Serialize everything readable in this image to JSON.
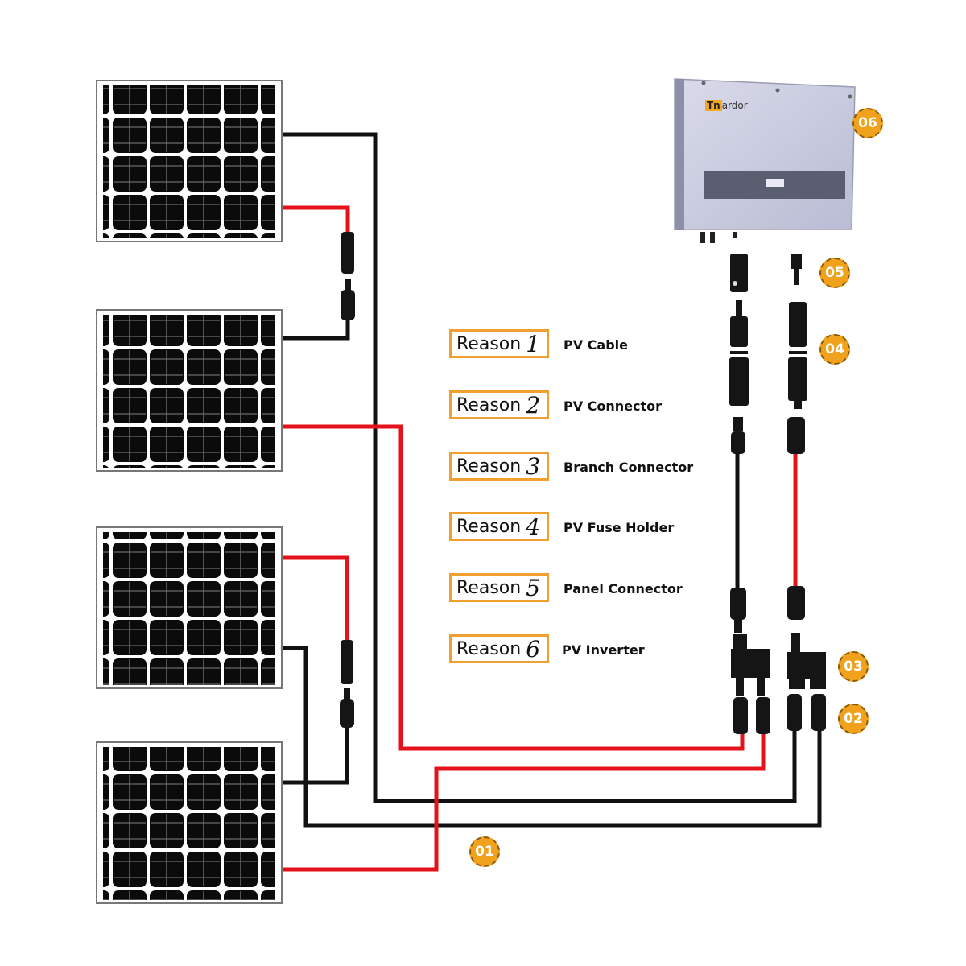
{
  "diagram": {
    "title": "Solar PV system wiring diagram",
    "colors": {
      "positive_wire": "#e3121b",
      "negative_wire": "#111111",
      "badge": "#f0a21c",
      "reason_border": "#f0a030",
      "inverter_body": "#c9cbe0"
    },
    "panels": [
      {
        "id": "panel-1"
      },
      {
        "id": "panel-2"
      },
      {
        "id": "panel-3"
      },
      {
        "id": "panel-4"
      }
    ],
    "reasons": [
      {
        "prefix": "Reason",
        "number": "1",
        "label": "PV Cable"
      },
      {
        "prefix": "Reason",
        "number": "2",
        "label": "PV Connector"
      },
      {
        "prefix": "Reason",
        "number": "3",
        "label": "Branch Connector"
      },
      {
        "prefix": "Reason",
        "number": "4",
        "label": "PV Fuse Holder"
      },
      {
        "prefix": "Reason",
        "number": "5",
        "label": "Panel Connector"
      },
      {
        "prefix": "Reason",
        "number": "6",
        "label": "PV Inverter"
      }
    ],
    "badges": {
      "b01": "01",
      "b02": "02",
      "b03": "03",
      "b04": "04",
      "b05": "05",
      "b06": "06"
    },
    "inverter": {
      "brand_prefix": "Tn",
      "brand_suffix": "ardor"
    }
  }
}
